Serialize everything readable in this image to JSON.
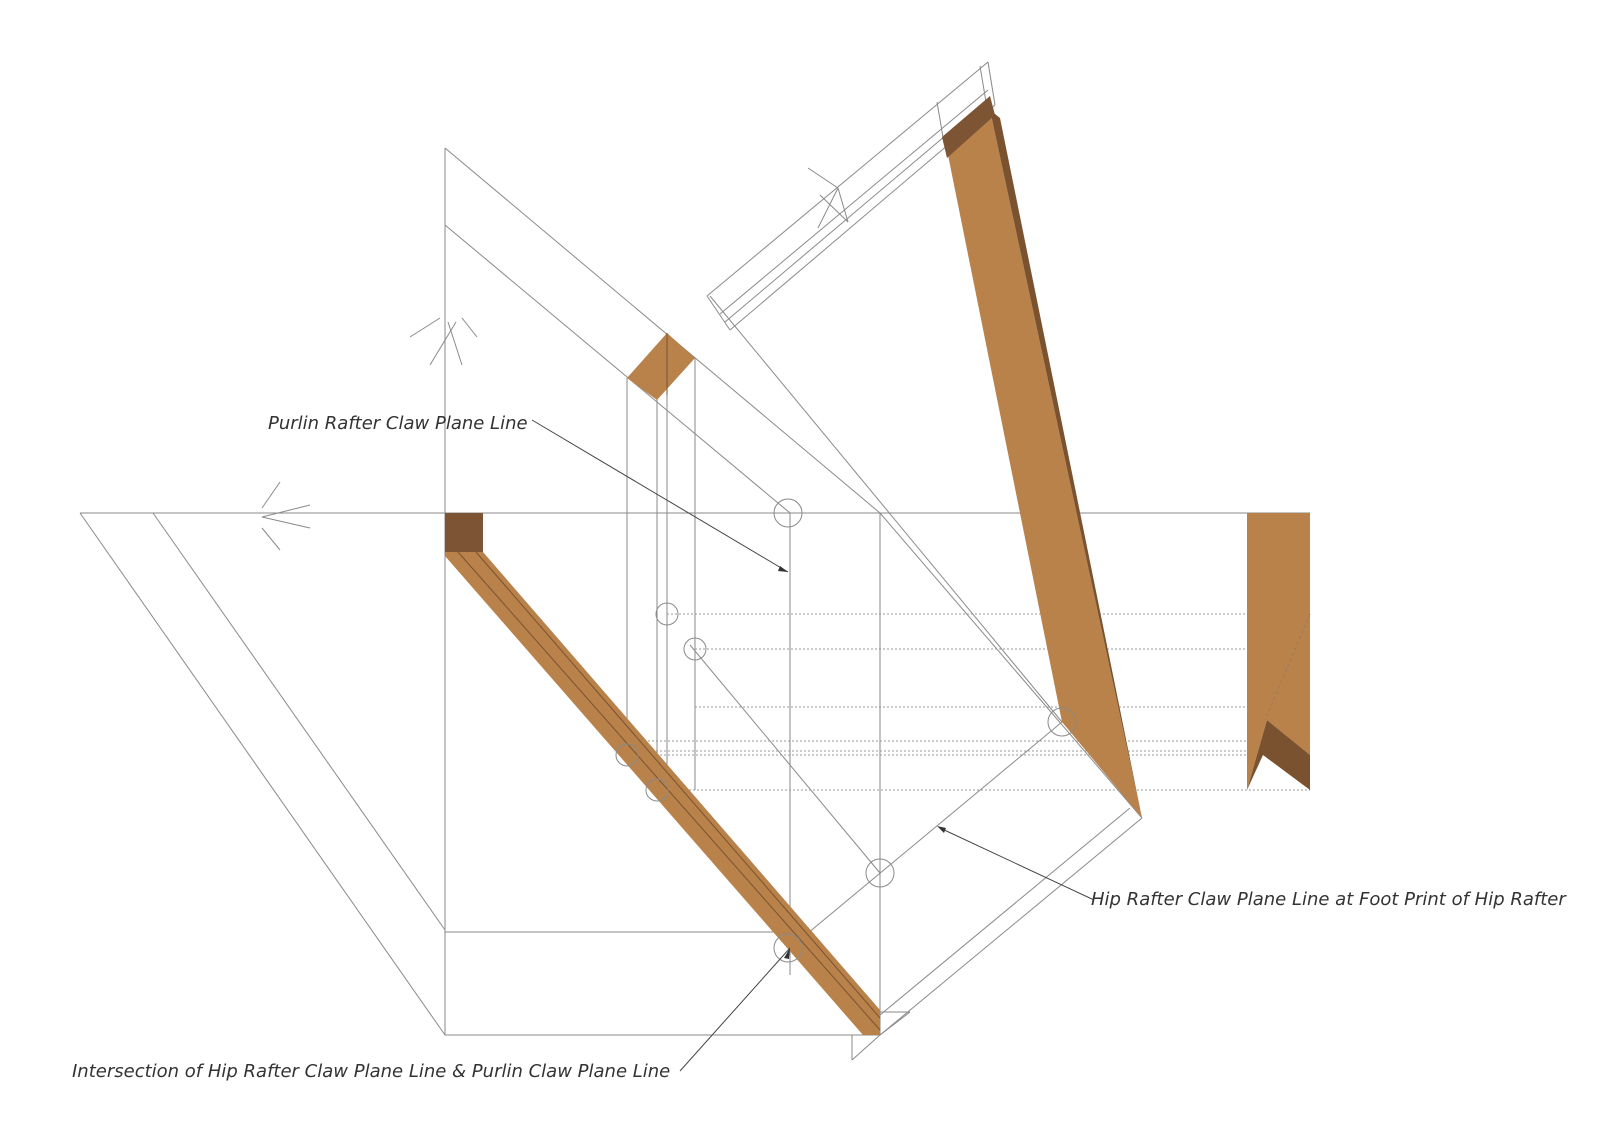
{
  "labels": {
    "purlin_claw": "Purlin Rafter Claw Plane Line",
    "hip_claw_footprint": "Hip Rafter Claw Plane Line at Foot Print of Hip Rafter",
    "intersection": "Intersection of Hip Rafter Claw Plane Line & Purlin Claw Plane Line"
  },
  "colors": {
    "timber_face": "#b8824a",
    "timber_side": "#7a5230",
    "timber_end": "#7e5534",
    "line": "#8a8a8a",
    "leader": "#444444",
    "text": "#333333"
  }
}
